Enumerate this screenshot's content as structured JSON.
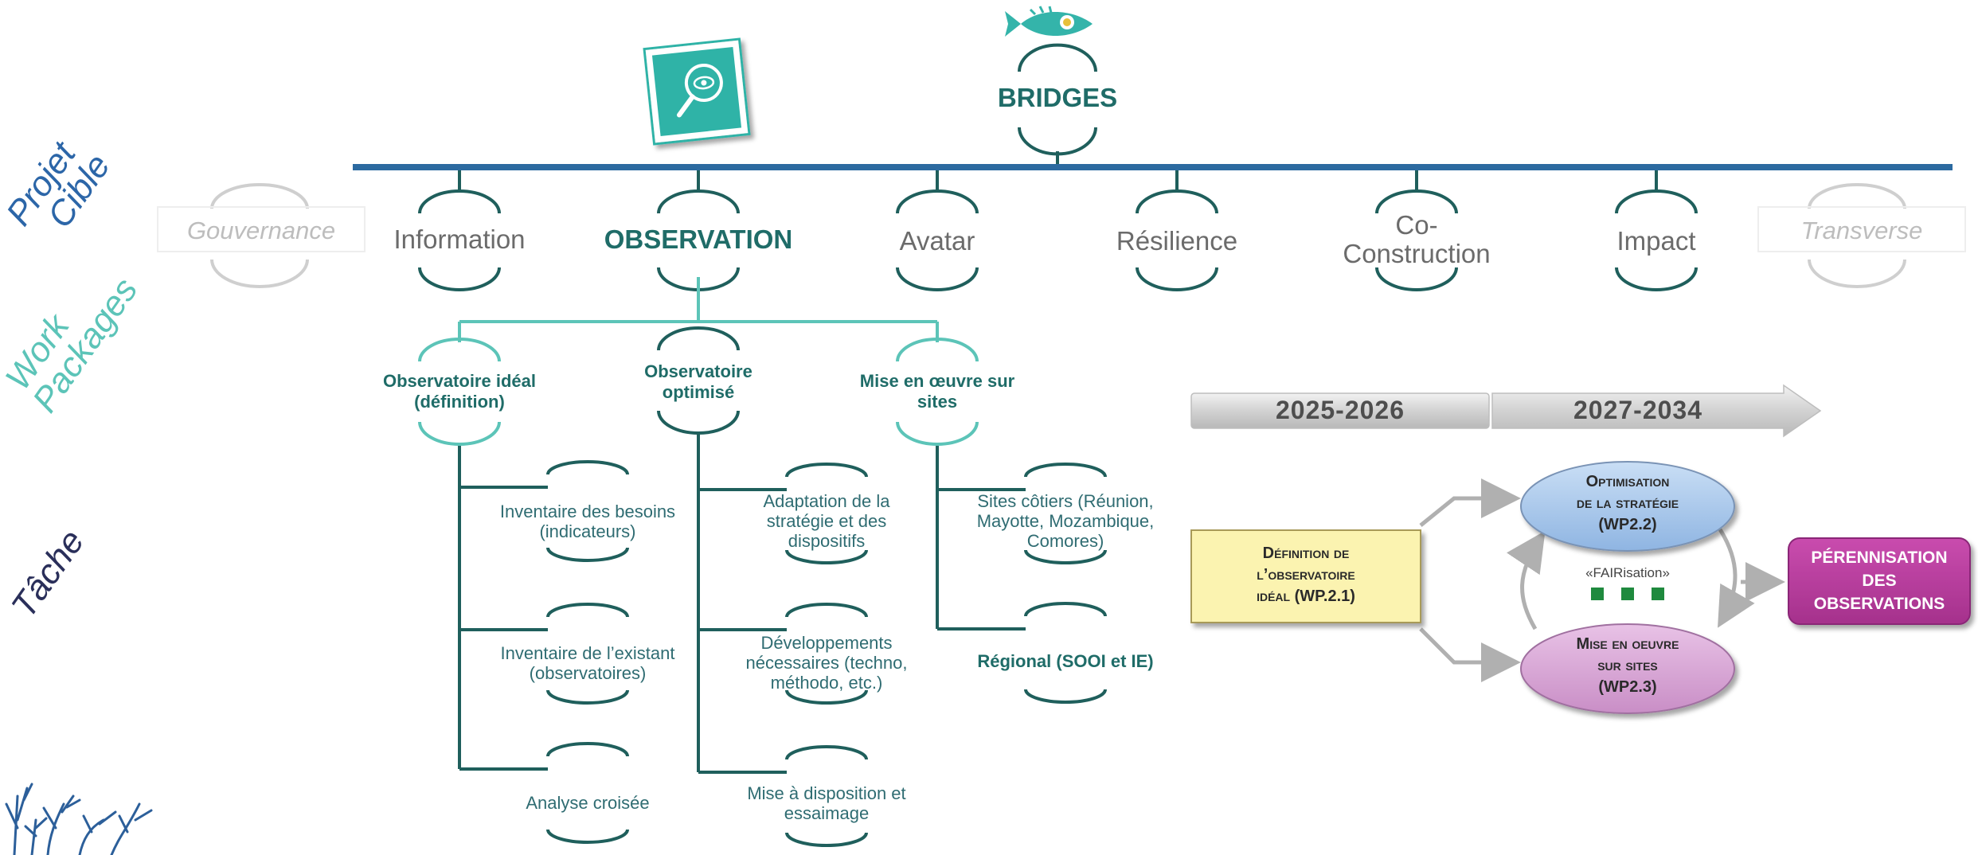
{
  "side_labels": {
    "projet": "Projet",
    "cible": "Cible",
    "work": "Work",
    "packages": "Packages",
    "tache": "Tâche"
  },
  "project": {
    "title": "BRIDGES"
  },
  "themes": {
    "gouvernance": "Gouvernance",
    "information": "Information",
    "observation": "OBSERVATION",
    "avatar": "Avatar",
    "resilience": "Résilience",
    "coconstruction_1": "Co-",
    "coconstruction_2": "Construction",
    "impact": "Impact",
    "transverse": "Transverse"
  },
  "work_packages": {
    "wp1_line1": "Observatoire idéal",
    "wp1_line2": "(définition)",
    "wp2_line1": "Observatoire",
    "wp2_line2": "optimisé",
    "wp3_line1": "Mise en œuvre sur",
    "wp3_line2": "sites"
  },
  "tasks": {
    "t1a_1": "Inventaire des besoins",
    "t1a_2": "(indicateurs)",
    "t1b_1": "Inventaire de l’existant",
    "t1b_2": "(observatoires)",
    "t1c_1": "Analyse croisée",
    "t2a_1": "Adaptation de la",
    "t2a_2": "stratégie et des",
    "t2a_3": "dispositifs",
    "t2b_1": "Développements",
    "t2b_2": "nécessaires (techno,",
    "t2b_3": "méthodo, etc.)",
    "t2c_1": "Mise à disposition et",
    "t2c_2": "essaimage",
    "t3a_1": "Sites côtiers (Réunion,",
    "t3a_2": "Mayotte, Mozambique,",
    "t3a_3": "Comores)",
    "t3b_1": "Régional  (SOOI et IE)"
  },
  "timeline": {
    "period_1": "2025-2026",
    "period_2": "2027-2034"
  },
  "flow": {
    "definition_1": "Définition de",
    "definition_2": "l’observatoire",
    "definition_3": "idéal (WP.2.1)",
    "optimisation_1": "Optimisation",
    "optimisation_2": "de la stratégie",
    "optimisation_3": "(WP2.2)",
    "mise_1": "Mise en oeuvre",
    "mise_2": "sur sites",
    "mise_3": "(WP2.3)",
    "fairisation": "«FAIRisation»",
    "perennisation_1": "PÉRENNISATION",
    "perennisation_2": "DES",
    "perennisation_3": "OBSERVATIONS"
  },
  "icons": {
    "fish": "fish-eye-icon",
    "search": "magnifier-eye-icon",
    "coral": "coral-decoration"
  },
  "colors": {
    "main_bar": "#2c6aa0",
    "teal_dark": "#1f6c68",
    "teal_light": "#5cc4b8",
    "yellow_box": "#fbf3b0",
    "blue_ellipse": "#a9c8ec",
    "pink_ellipse": "#d8a6d6",
    "magenta_box": "#b83c9e",
    "fair_green": "#1f8a3e"
  }
}
